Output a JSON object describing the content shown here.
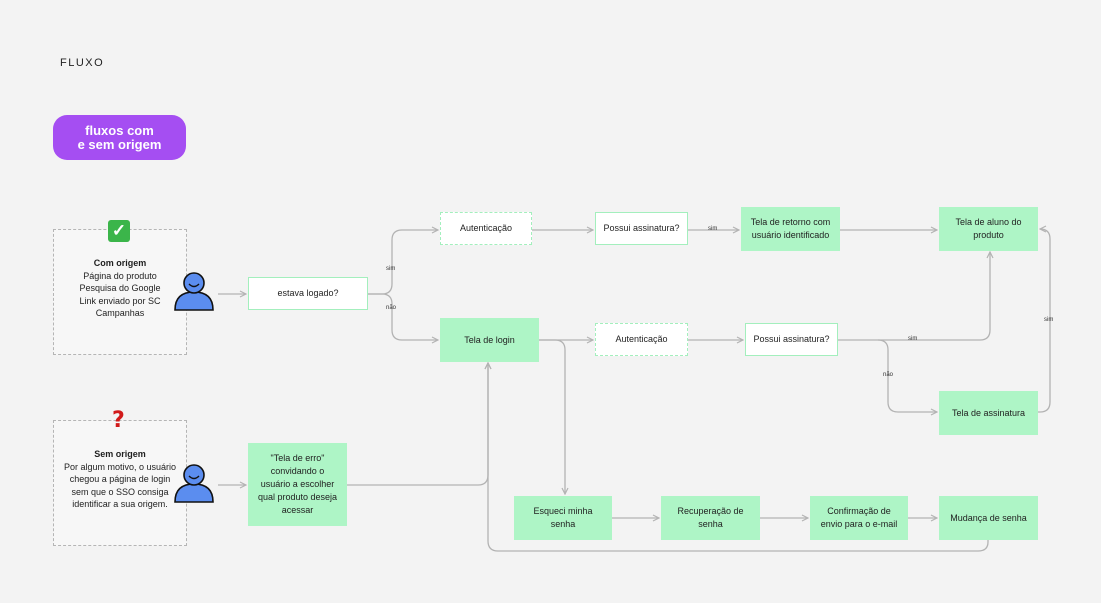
{
  "page_title": "FLUXO",
  "badge": {
    "line1": "fluxos com",
    "line2": "e sem origem"
  },
  "origins": {
    "com": {
      "title": "Com origem",
      "lines": [
        "Página do produto",
        "Pesquisa do Google",
        "Link enviado por SC",
        "Campanhas"
      ],
      "icon": "check-mark-icon"
    },
    "sem": {
      "title": "Sem origem",
      "lines": [
        "Por algum motivo, o usuário",
        "chegou a página de login",
        "sem que o SSO consiga",
        "identificar a sua origem."
      ],
      "icon": "question-mark-icon"
    }
  },
  "nodes": {
    "estava_logado": "estava logado?",
    "autenticacao_1": "Autenticação",
    "possui_assinatura_1": "Possui assinatura?",
    "tela_retorno": [
      "Tela de retorno com",
      "usuário identificado"
    ],
    "tela_aluno": [
      "Tela de aluno do",
      "produto"
    ],
    "tela_login": "Tela de login",
    "autenticacao_2": "Autenticação",
    "possui_assinatura_2": "Possui assinatura?",
    "tela_assinatura": "Tela de assinatura",
    "tela_erro": [
      "\"Tela de erro\"",
      "convidando o",
      "usuário a escolher",
      "qual produto deseja",
      "acessar"
    ],
    "esqueci_senha": [
      "Esqueci minha",
      "senha"
    ],
    "recuperacao": [
      "Recuperação de",
      "senha"
    ],
    "confirmacao": [
      "Confirmação de",
      "envio para o e-mail"
    ],
    "mudanca": "Mudança de senha"
  },
  "edge_labels": {
    "sim_logado": "sim",
    "nao_logado": "não",
    "sim_assinatura_1": "sim",
    "sim_assinatura_2": "sim",
    "nao_assinatura_2": "não",
    "sim_tela_assinatura": "sim"
  },
  "colors": {
    "accent": "#a54ef2",
    "node_fill": "#aef5c6",
    "node_border": "#a3efbd",
    "connector": "#b3b3b3",
    "user_icon": "#5b8def"
  }
}
